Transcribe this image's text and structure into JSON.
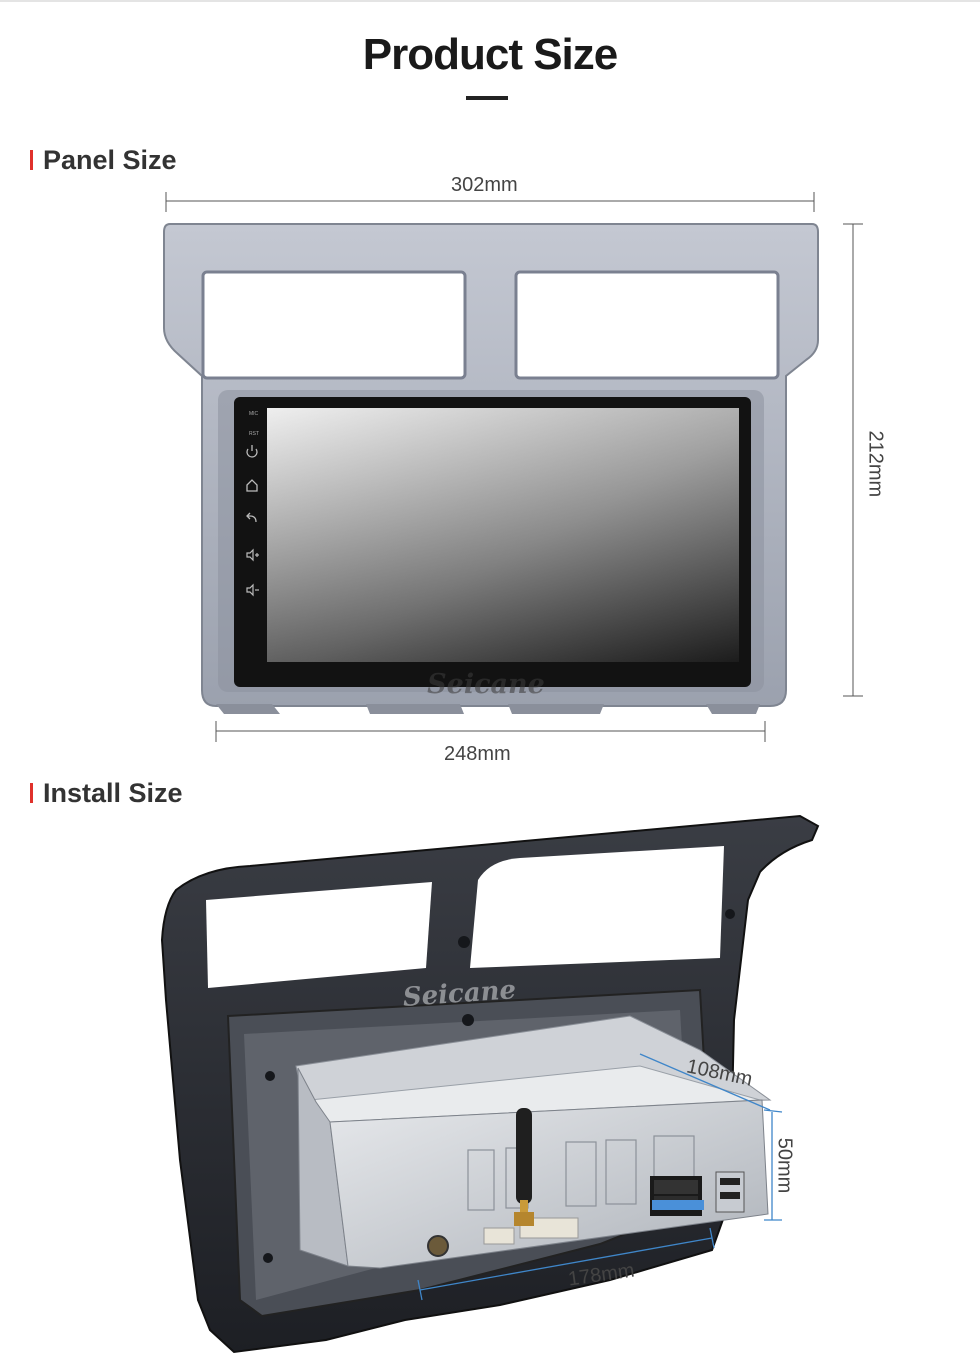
{
  "page": {
    "title": "Product Size"
  },
  "panel_section": {
    "heading": "Panel Size",
    "width_top": "302mm",
    "width_bottom": "248mm",
    "height": "212mm",
    "watermark": "Seicane",
    "side_labels": [
      "MIC",
      "RST"
    ]
  },
  "install_section": {
    "heading": "Install Size",
    "depth": "108mm",
    "height": "50mm",
    "width": "178mm",
    "watermark": "Seicane"
  },
  "colors": {
    "accent": "#e0312b",
    "panel": "#a9aebb",
    "frame": "#2a2d33"
  },
  "icons": [
    "power-icon",
    "home-icon",
    "back-icon",
    "volume-up-icon",
    "volume-down-icon"
  ]
}
